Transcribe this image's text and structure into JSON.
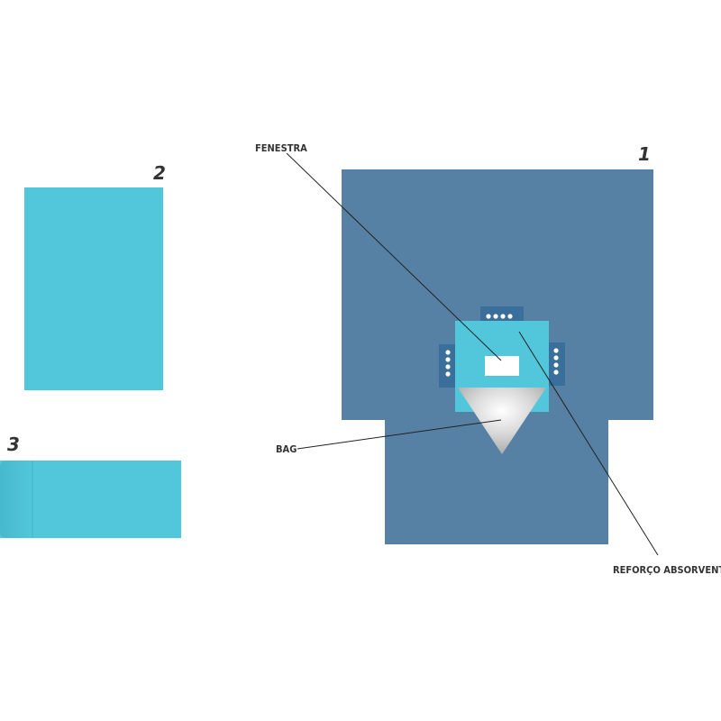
{
  "parts": {
    "drape_main": {
      "number": "1"
    },
    "drape_rect": {
      "number": "2"
    },
    "drape_cover": {
      "number": "3"
    }
  },
  "callouts": {
    "fenestra": "FENESTRA",
    "bag": "BAG",
    "reforco": "REFORÇO ABSORVENTE"
  },
  "colors": {
    "drape_blue": "#5680a4",
    "light_blue": "#52c6da",
    "tab_blue": "#3a6f9b",
    "white": "#ffffff",
    "text": "#333333"
  }
}
